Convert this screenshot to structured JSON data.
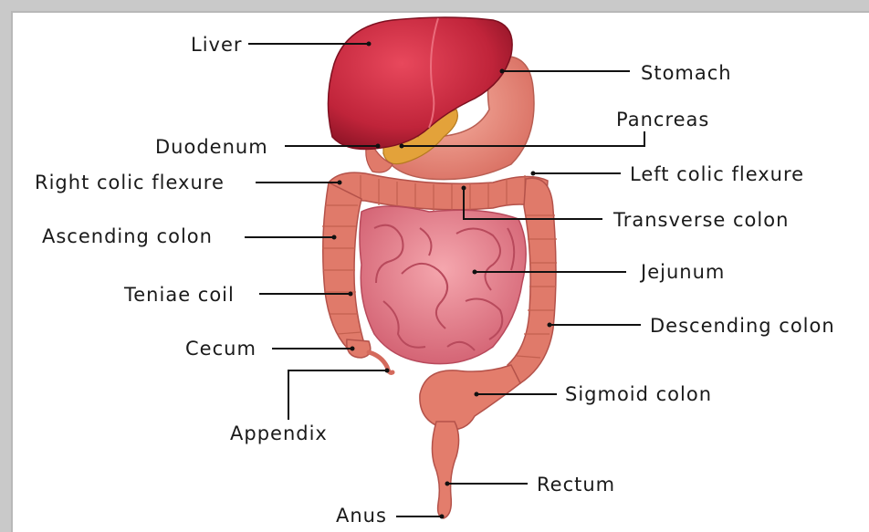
{
  "labels": {
    "liver": "Liver",
    "stomach": "Stomach",
    "pancreas": "Pancreas",
    "duodenum": "Duodenum",
    "right_colic_flexure": "Right colic flexure",
    "left_colic_flexure": "Left colic flexure",
    "transverse_colon": "Transverse colon",
    "ascending_colon": "Ascending colon",
    "jejunum": "Jejunum",
    "teniae_coil": "Teniae coil",
    "descending_colon": "Descending colon",
    "cecum": "Cecum",
    "sigmoid_colon": "Sigmoid colon",
    "appendix": "Appendix",
    "rectum": "Rectum",
    "anus": "Anus"
  },
  "colors": {
    "liver": "#c0243a",
    "colon": "#e07a6a",
    "intestine": "#e8838f",
    "stomach": "#ec8f80",
    "pancreas": "#e3a23a",
    "leader_line": "#111111"
  }
}
